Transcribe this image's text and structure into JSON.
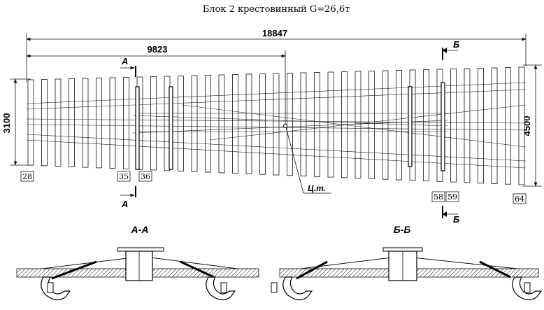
{
  "title": "Блок 2 крестовинный G=26,6т",
  "dimensions": {
    "total_length": "18847",
    "partial_length": "9823",
    "left_width": "3100",
    "right_width": "4500"
  },
  "section_marks": {
    "a": "А",
    "b": "Б"
  },
  "center_of_gravity_label": "Ц.т.",
  "sleeper_numbers": [
    "28",
    "35",
    "36",
    "58",
    "59",
    "64"
  ],
  "sections": {
    "a_a_title": "А-А",
    "b_b_title": "Б-Б"
  }
}
